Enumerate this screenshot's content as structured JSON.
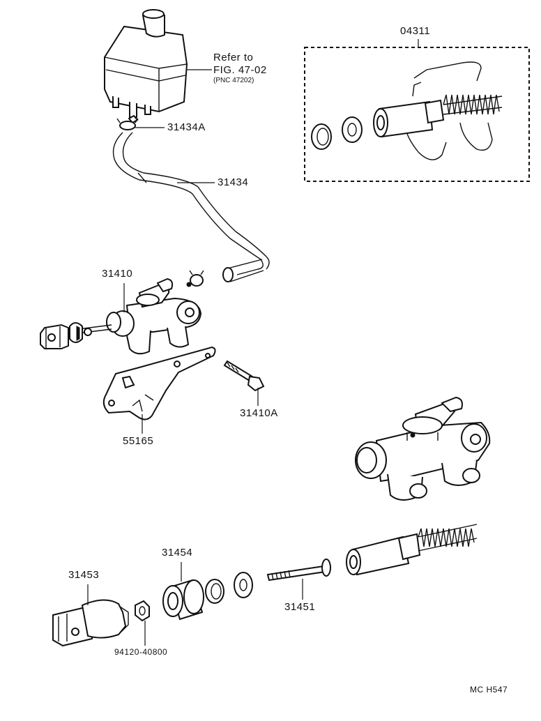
{
  "labels": {
    "refer_line1": "Refer to",
    "refer_line2": "FIG. 47-02",
    "refer_line3": "(PNC 47202)",
    "p31434A": "31434A",
    "p31434": "31434",
    "p31410": "31410",
    "p31410A": "31410A",
    "p55165": "55165",
    "p04311": "04311",
    "p31454": "31454",
    "p31453": "31453",
    "p31451": "31451",
    "p94120": "94120-40800",
    "code": "MC  H547"
  }
}
